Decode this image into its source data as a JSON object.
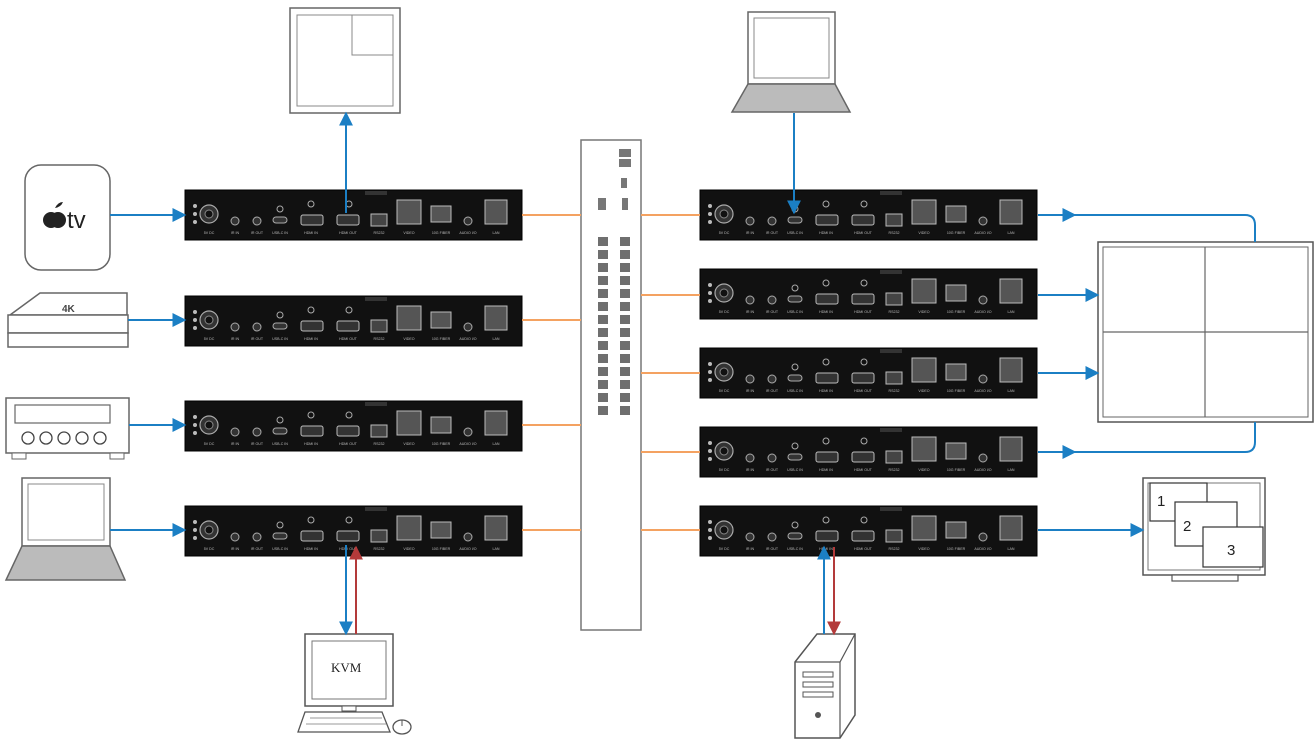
{
  "labels": {
    "apple_tv": "tv",
    "box_4k": "4K",
    "kvm": "KVM",
    "win1": "1",
    "win2": "2",
    "win3": "3"
  },
  "port_labels": [
    "5V DC",
    "IR IN",
    "IR OUT",
    "USB-C IN",
    "HDMI IN",
    "HDMI OUT",
    "RS232",
    "VIDEO",
    "10G FIBER",
    "AUDIO I/O",
    "LAN"
  ],
  "colors": {
    "video_link": "#1b7fc4",
    "network_link": "#f4a261",
    "kvm_return": "#b33a3a",
    "device_body": "#111111",
    "outline": "#555555"
  },
  "icons": [
    "apple-tv-icon",
    "streaming-box-icon",
    "av-receiver-icon",
    "laptop-icon",
    "kvm-computer-icon",
    "server-tower-icon",
    "projection-screen-icon",
    "video-wall-icon",
    "multiview-monitor-icon",
    "network-switch-icon"
  ]
}
